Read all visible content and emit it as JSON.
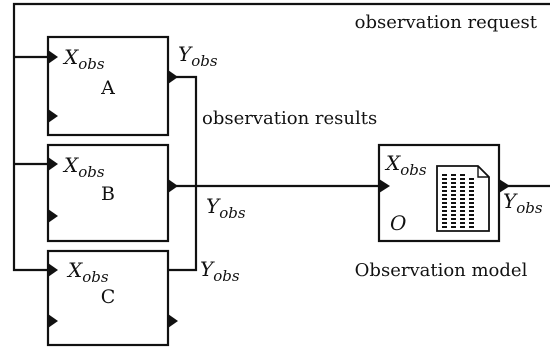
{
  "diagram": {
    "top_wire_label": "observation request",
    "results_label": "observation results",
    "blocks": [
      {
        "name": "A",
        "input": "X",
        "input_sub": "obs",
        "output": "Y",
        "output_sub": "obs"
      },
      {
        "name": "B",
        "input": "X",
        "input_sub": "obs",
        "output": "Y",
        "output_sub": "obs"
      },
      {
        "name": "C",
        "input": "X",
        "input_sub": "obs",
        "output": "Y",
        "output_sub": "obs"
      }
    ],
    "model": {
      "input": "X",
      "input_sub": "obs",
      "output": "Y",
      "output_sub": "obs",
      "tag": "O",
      "caption": "Observation model",
      "icon": "document-icon"
    },
    "colors": {
      "line": "#111111",
      "background": "#ffffff"
    }
  }
}
